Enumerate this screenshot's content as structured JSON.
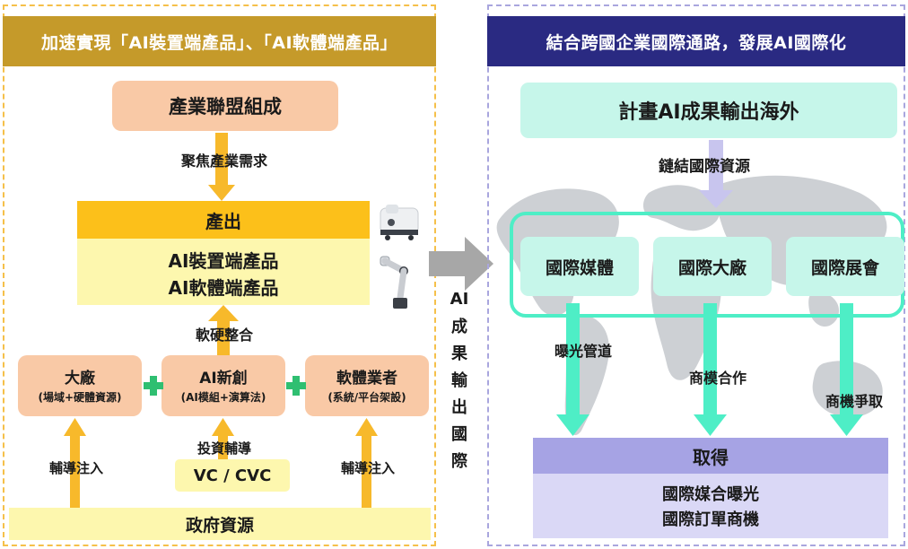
{
  "left": {
    "header": "加速實現「AI裝置端產品」、「AI軟體端產品」",
    "alliance": "產業聯盟組成",
    "focus_label": "聚焦產業需求",
    "output_title": "產出",
    "output_line1": "AI裝置端產品",
    "output_line2": "AI軟體端產品",
    "integrate_label": "軟硬整合",
    "big_factory_title": "大廠",
    "big_factory_sub": "(場域+硬體資源)",
    "ai_startup_title": "AI新創",
    "ai_startup_sub": "(AI模組+演算法)",
    "software_title": "軟體業者",
    "software_sub": "(系統/平台架設)",
    "invest_label": "投資輔導",
    "vc": "VC / CVC",
    "guide_left": "輔導注入",
    "guide_right": "輔導注入",
    "gov": "政府資源"
  },
  "middle": {
    "export_chars": [
      "AI",
      "成",
      "果",
      "輸",
      "出",
      "國",
      "際"
    ]
  },
  "right": {
    "header": "結合跨國企業國際通路，發展AI國際化",
    "plan": "計畫AI成果輸出海外",
    "link_label": "鏈結國際資源",
    "media": "國際媒體",
    "factory": "國際大廠",
    "expo": "國際展會",
    "exposure_label": "曝光管道",
    "coop_label": "商模合作",
    "biz_label": "商機爭取",
    "obtain_title": "取得",
    "obtain_line1": "國際媒合曝光",
    "obtain_line2": "國際訂單商機"
  },
  "colors": {
    "left_header": "#c59a2a",
    "right_header": "#2a2a82",
    "peach": "#f9c9a6",
    "orange": "#f7b92b",
    "light_yellow": "#fdf7ae",
    "mint": "#c6f6ea",
    "teal": "#4eeec6",
    "lavender": "#a6a3e4",
    "green_plus": "#2fbf71"
  },
  "icons": [
    "robot-vehicle-icon",
    "robot-arm-icon",
    "world-map-icon",
    "plus-icon"
  ]
}
